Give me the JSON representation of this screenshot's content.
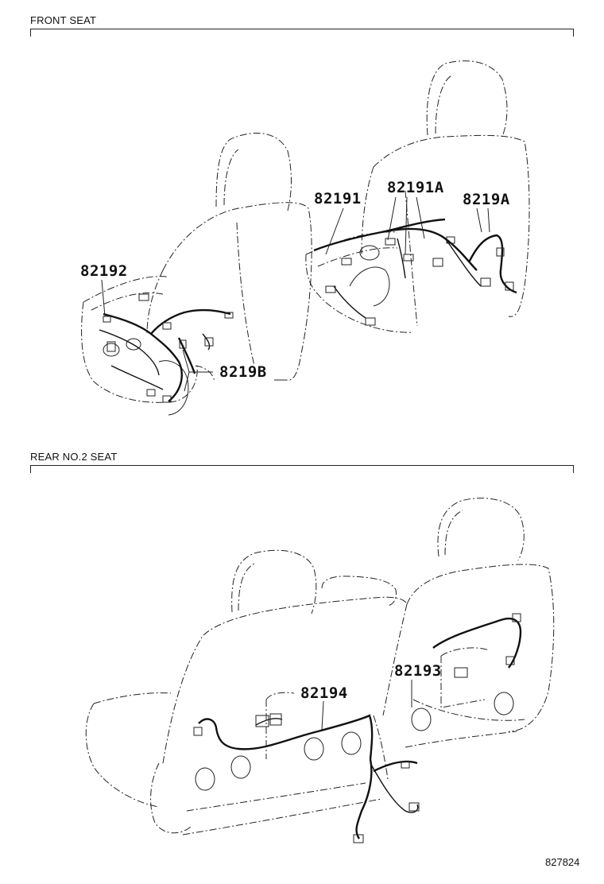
{
  "sections": {
    "front": {
      "title": "FRONT SEAT"
    },
    "rear": {
      "title": "REAR NO.2 SEAT"
    }
  },
  "parts": {
    "p82191": "82191",
    "p82191A": "82191A",
    "p8219A": "8219A",
    "p82192": "82192",
    "p8219B": "8219B",
    "p82193": "82193",
    "p82194": "82194"
  },
  "drawing_id": "827824"
}
